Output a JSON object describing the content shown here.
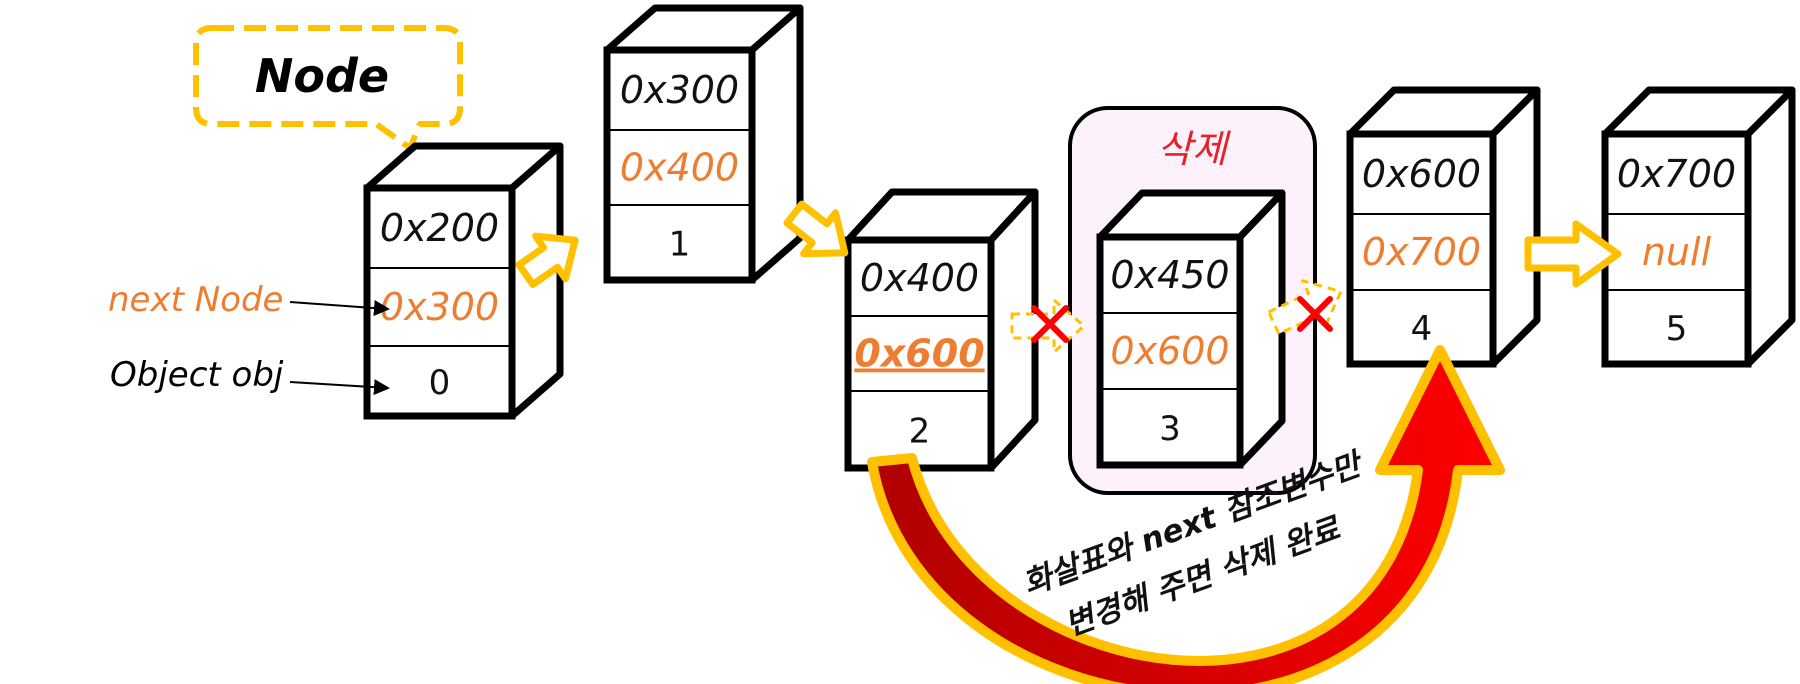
{
  "callout": {
    "label": "Node"
  },
  "labels": {
    "next_node": "next Node",
    "object_obj": "Object obj"
  },
  "nodes": [
    {
      "addr": "0x200",
      "next": "0x300",
      "index": "0"
    },
    {
      "addr": "0x300",
      "next": "0x400",
      "index": "1"
    },
    {
      "addr": "0x400",
      "next": "0x600",
      "index": "2"
    },
    {
      "addr": "0x450",
      "next": "0x600",
      "index": "3"
    },
    {
      "addr": "0x600",
      "next": "0x700",
      "index": "4"
    },
    {
      "addr": "0x700",
      "next": "null",
      "index": "5"
    }
  ],
  "deleted_box": {
    "label": "삭제"
  },
  "caption": {
    "line1": "화살표와 next 참조변수만",
    "line2": "변경해 주면 삭제 완료"
  },
  "colors": {
    "box_stroke": "#000000",
    "next_text": "#ed7d31",
    "arrow_fill": "#ffffff",
    "arrow_stroke": "#ffc000",
    "delete_x": "#ff0000",
    "deleted_bg": "#fdf2fb",
    "big_arrow_fill": "#c00000",
    "big_arrow_border": "#ffc000"
  }
}
